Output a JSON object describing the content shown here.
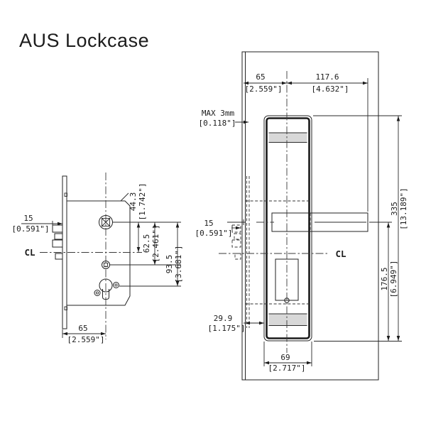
{
  "title": "AUS Lockcase",
  "side": {
    "cl": "CL",
    "d15": {
      "mm": "15",
      "in": "[0.591\"]"
    },
    "d443": {
      "mm": "44.3",
      "in": "[1.742\"]"
    },
    "d625": {
      "mm": "62.5",
      "in": "[2.461\"]"
    },
    "d935": {
      "mm": "93.5",
      "in": "[3.681\"]"
    },
    "d65": {
      "mm": "65",
      "in": "[2.559\"]"
    }
  },
  "front": {
    "cl": "CL",
    "d65": {
      "mm": "65",
      "in": "[2.559\"]"
    },
    "d1176": {
      "mm": "117.6",
      "in": "[4.632\"]"
    },
    "dmax": {
      "mm": "MAX 3mm",
      "in": "[0.118\"]"
    },
    "d15": {
      "mm": "15",
      "in": "[0.591\"]"
    },
    "d335": {
      "mm": "335",
      "in": "[13.189\"]"
    },
    "d1765": {
      "mm": "176.5",
      "in": "[6.949\"]"
    },
    "d299": {
      "mm": "29.9",
      "in": "[1.175\"]"
    },
    "d69": {
      "mm": "69",
      "in": "[2.717\"]"
    }
  }
}
